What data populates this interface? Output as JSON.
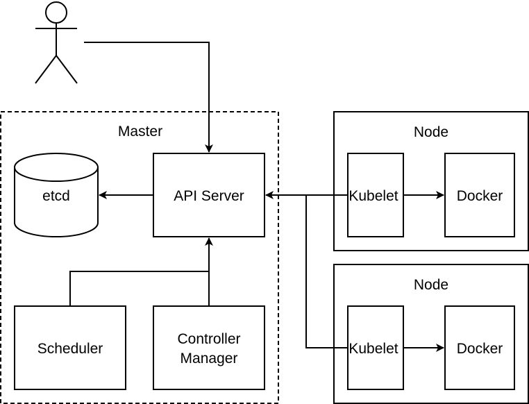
{
  "master": {
    "title": "Master"
  },
  "user": {
    "icon": "stick-figure-user-icon"
  },
  "components": {
    "etcd": "etcd",
    "api_server": "API Server",
    "scheduler": "Scheduler",
    "controller_manager_line1": "Controller",
    "controller_manager_line2": "Manager"
  },
  "nodes": [
    {
      "title": "Node",
      "kubelet": "Kubelet",
      "docker": "Docker"
    },
    {
      "title": "Node",
      "kubelet": "Kubelet",
      "docker": "Docker"
    }
  ],
  "colors": {
    "stroke": "#000000",
    "background": "#ffffff"
  }
}
